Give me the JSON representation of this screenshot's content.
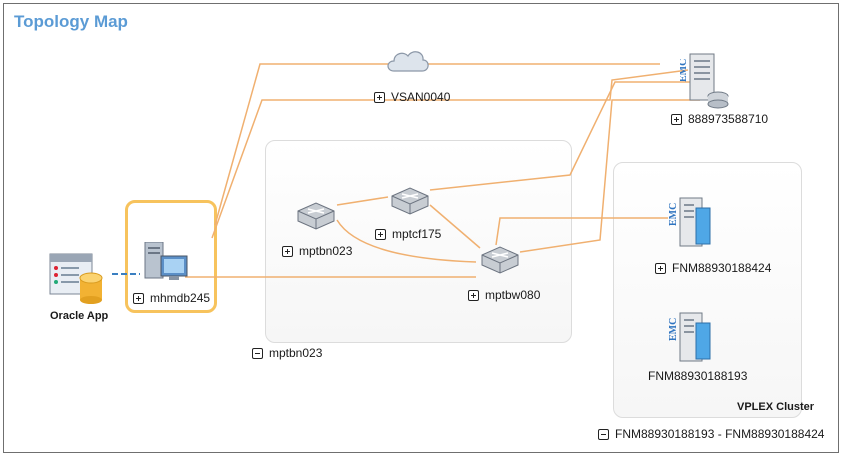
{
  "title": "Topology Map",
  "nodes": {
    "oracle_app": "Oracle App",
    "host": "mhmdb245",
    "vsan": "VSAN0040",
    "array_top": "888973588710",
    "switch_left": "mptbn023",
    "switch_mid": "mptcf175",
    "switch_right": "mptbw080",
    "array_cluster_1": "FNM88930188424",
    "array_cluster_2": "FNM88930188193"
  },
  "groups": {
    "fabric": "mptbn023",
    "cluster_name": "VPLEX Cluster",
    "cluster_footer": "FNM88930188193 - FNM88930188424"
  },
  "colors": {
    "title": "#5b9bd5",
    "link": "#f0b070",
    "highlight": "#f7c35d",
    "dash": "#3a7fc1"
  },
  "icons": [
    "database-app-icon",
    "server-icon",
    "cloud-icon",
    "switch-icon",
    "emc-storage-icon"
  ]
}
